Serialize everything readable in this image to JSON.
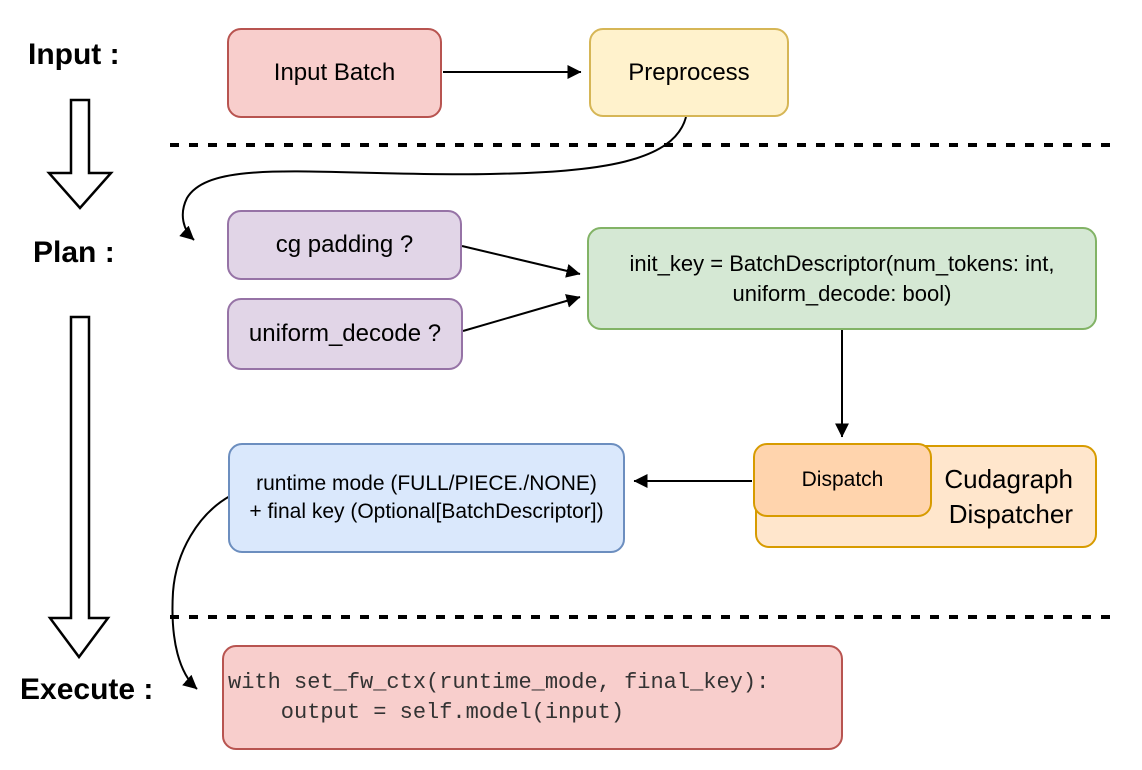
{
  "diagram": {
    "stages": {
      "input_label": "Input :",
      "plan_label": "Plan :",
      "execute_label": "Execute :"
    },
    "nodes": {
      "input_batch": "Input Batch",
      "preprocess": "Preprocess",
      "cg_padding": "cg padding ?",
      "uniform_decode": "uniform_decode ?",
      "init_key_line1": "init_key = BatchDescriptor(num_tokens: int,",
      "init_key_line2": "uniform_decode: bool)",
      "dispatch": "Dispatch",
      "cudagraph_line1": "Cudagraph",
      "cudagraph_line2": "Dispatcher",
      "runtime_mode_line1": "runtime mode (FULL/PIECE./NONE)",
      "runtime_mode_line2": "+ final key (Optional[BatchDescriptor])",
      "execute_code_line1": "with set_fw_ctx(runtime_mode, final_key):",
      "execute_code_line2": "    output = self.model(input)"
    },
    "colors": {
      "red_fill": "#f8cecc",
      "red_border": "#b85450",
      "yellow_fill": "#fff2cc",
      "yellow_border": "#d6b656",
      "purple_fill": "#e1d5e7",
      "purple_border": "#9673a6",
      "green_fill": "#d5e8d4",
      "green_border": "#82b366",
      "blue_fill": "#dae8fc",
      "blue_border": "#6c8ebf",
      "orange_fill": "#ffe6cc",
      "orange_inner_fill": "#ffd4ad",
      "orange_border": "#d79b00",
      "line_color": "#000000"
    }
  }
}
